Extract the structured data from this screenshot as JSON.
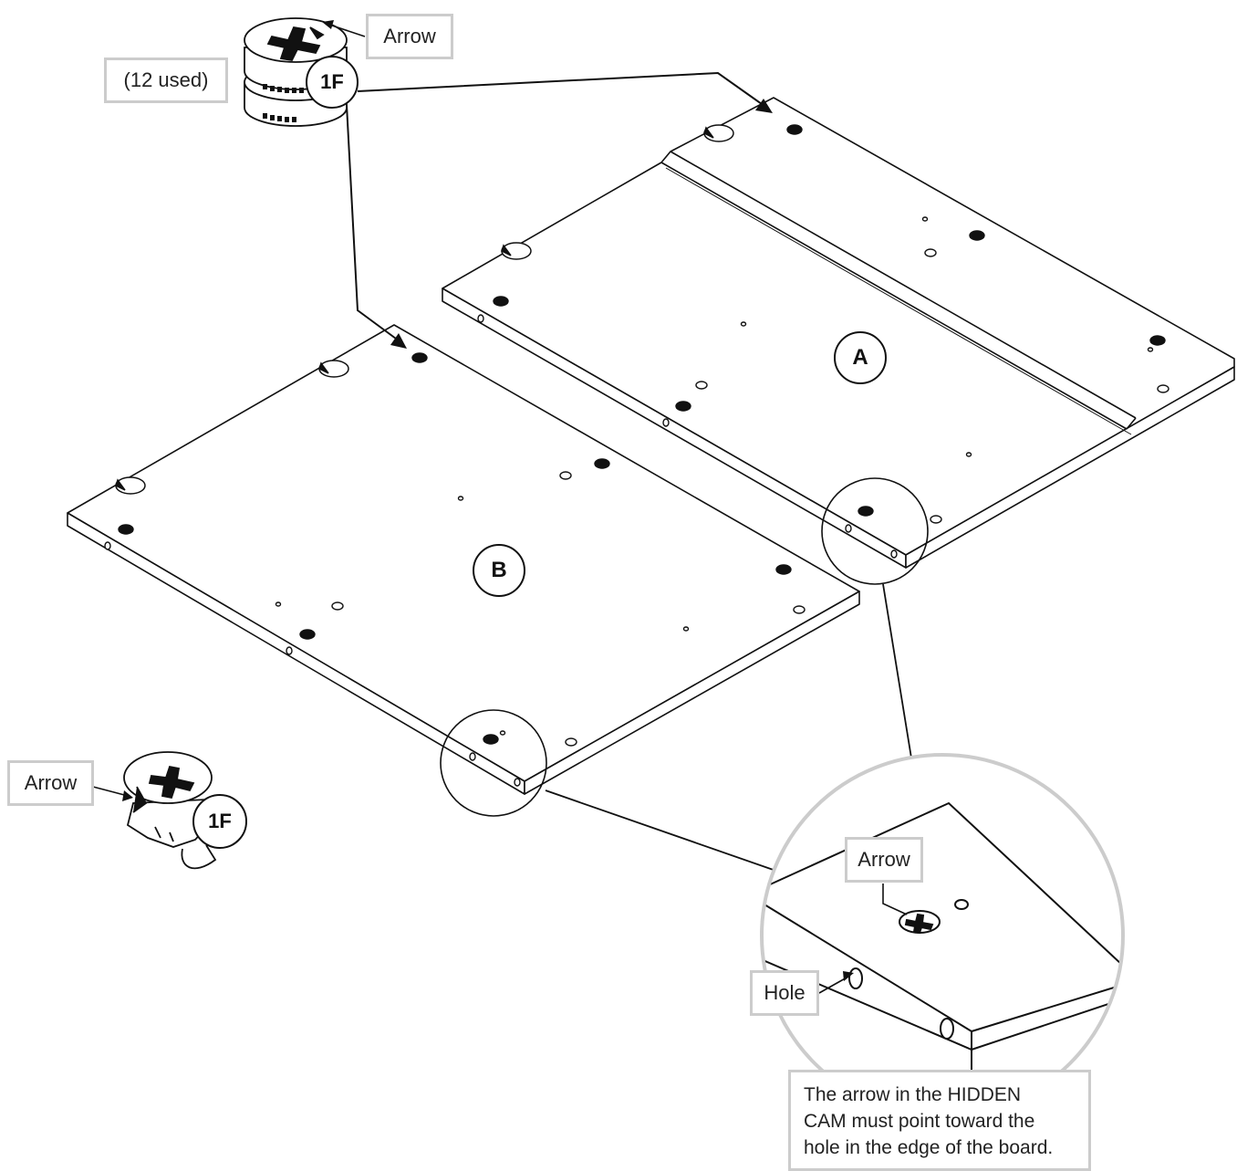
{
  "parts": {
    "cam_id": "1F",
    "quantity_note": "(12 used)"
  },
  "boards": {
    "a": "A",
    "b": "B"
  },
  "labels": {
    "arrow_top": "Arrow",
    "arrow_left": "Arrow",
    "arrow_detail": "Arrow",
    "hole": "Hole"
  },
  "instruction": {
    "line1": "The arrow in the HIDDEN",
    "line2": "CAM must point toward the",
    "line3": "hole in the edge of the board."
  },
  "colors": {
    "line": "#111111",
    "callout_border": "#cccccc",
    "detail_circle": "#cccccc"
  }
}
